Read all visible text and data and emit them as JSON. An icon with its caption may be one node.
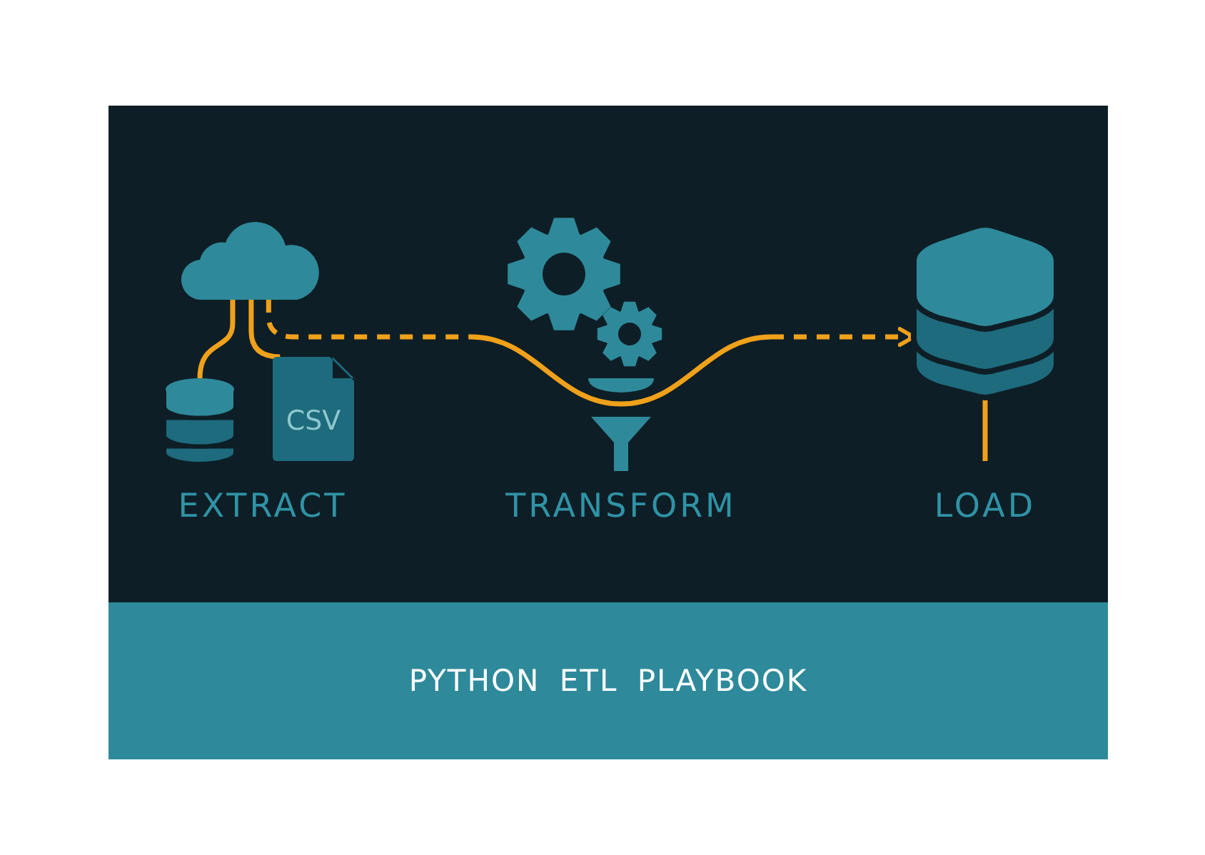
{
  "diagram": {
    "title": "PYTHON ETL PLAYBOOK",
    "nodes": [
      {
        "text": [],
        "shape": "cloud"
      },
      {
        "text": [],
        "shape": "cylinder"
      },
      {
        "text": [
          "CSV"
        ]
      },
      {
        "text": [],
        "shape": "funnel",
        "beside": [
          "TRANSFORM"
        ]
      },
      {
        "text": [],
        "shape": "cylinder",
        "beside": [
          "LOAD"
        ]
      }
    ],
    "edges": [
      {
        "from": 0,
        "to": 1,
        "arrow": "none"
      },
      {
        "from": 0,
        "to": 2,
        "arrow": "none"
      },
      {
        "from": 0,
        "to": 3,
        "arrow": "none",
        "style": "dashed"
      },
      {
        "from": 3,
        "to": 4,
        "arrow": "to",
        "style": "dashed"
      },
      {
        "from": 4,
        "to": null,
        "arrow": "none"
      }
    ],
    "labels": [
      "EXTRACT"
    ]
  }
}
